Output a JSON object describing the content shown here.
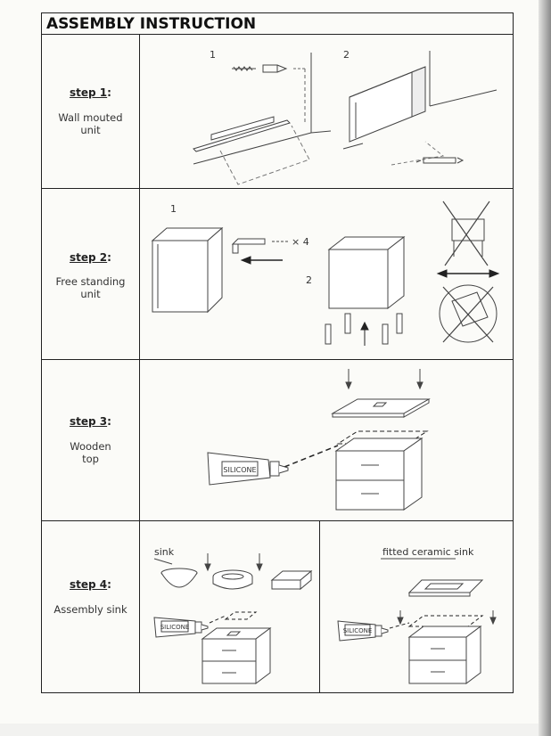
{
  "title": "ASSEMBLY INSTRUCTION",
  "steps": [
    {
      "label": "step 1",
      "desc_line1": "Wall mouted",
      "desc_line2": "unit"
    },
    {
      "label": "step 2",
      "desc_line1": "Free standing",
      "desc_line2": "unit"
    },
    {
      "label": "step 3",
      "desc_line1": "Wooden",
      "desc_line2": "top"
    },
    {
      "label": "step 4",
      "desc_line1": "Assembly sink",
      "desc_line2": ""
    }
  ],
  "figure_labels": {
    "s1_fig1": "1",
    "s1_fig2": "2",
    "s2_fig1": "1",
    "s2_fig2": "2",
    "s2_qty": "× 4",
    "silicone": "SILICONE",
    "sink": "sink",
    "fitted_sink": "fitted ceramic sink"
  }
}
